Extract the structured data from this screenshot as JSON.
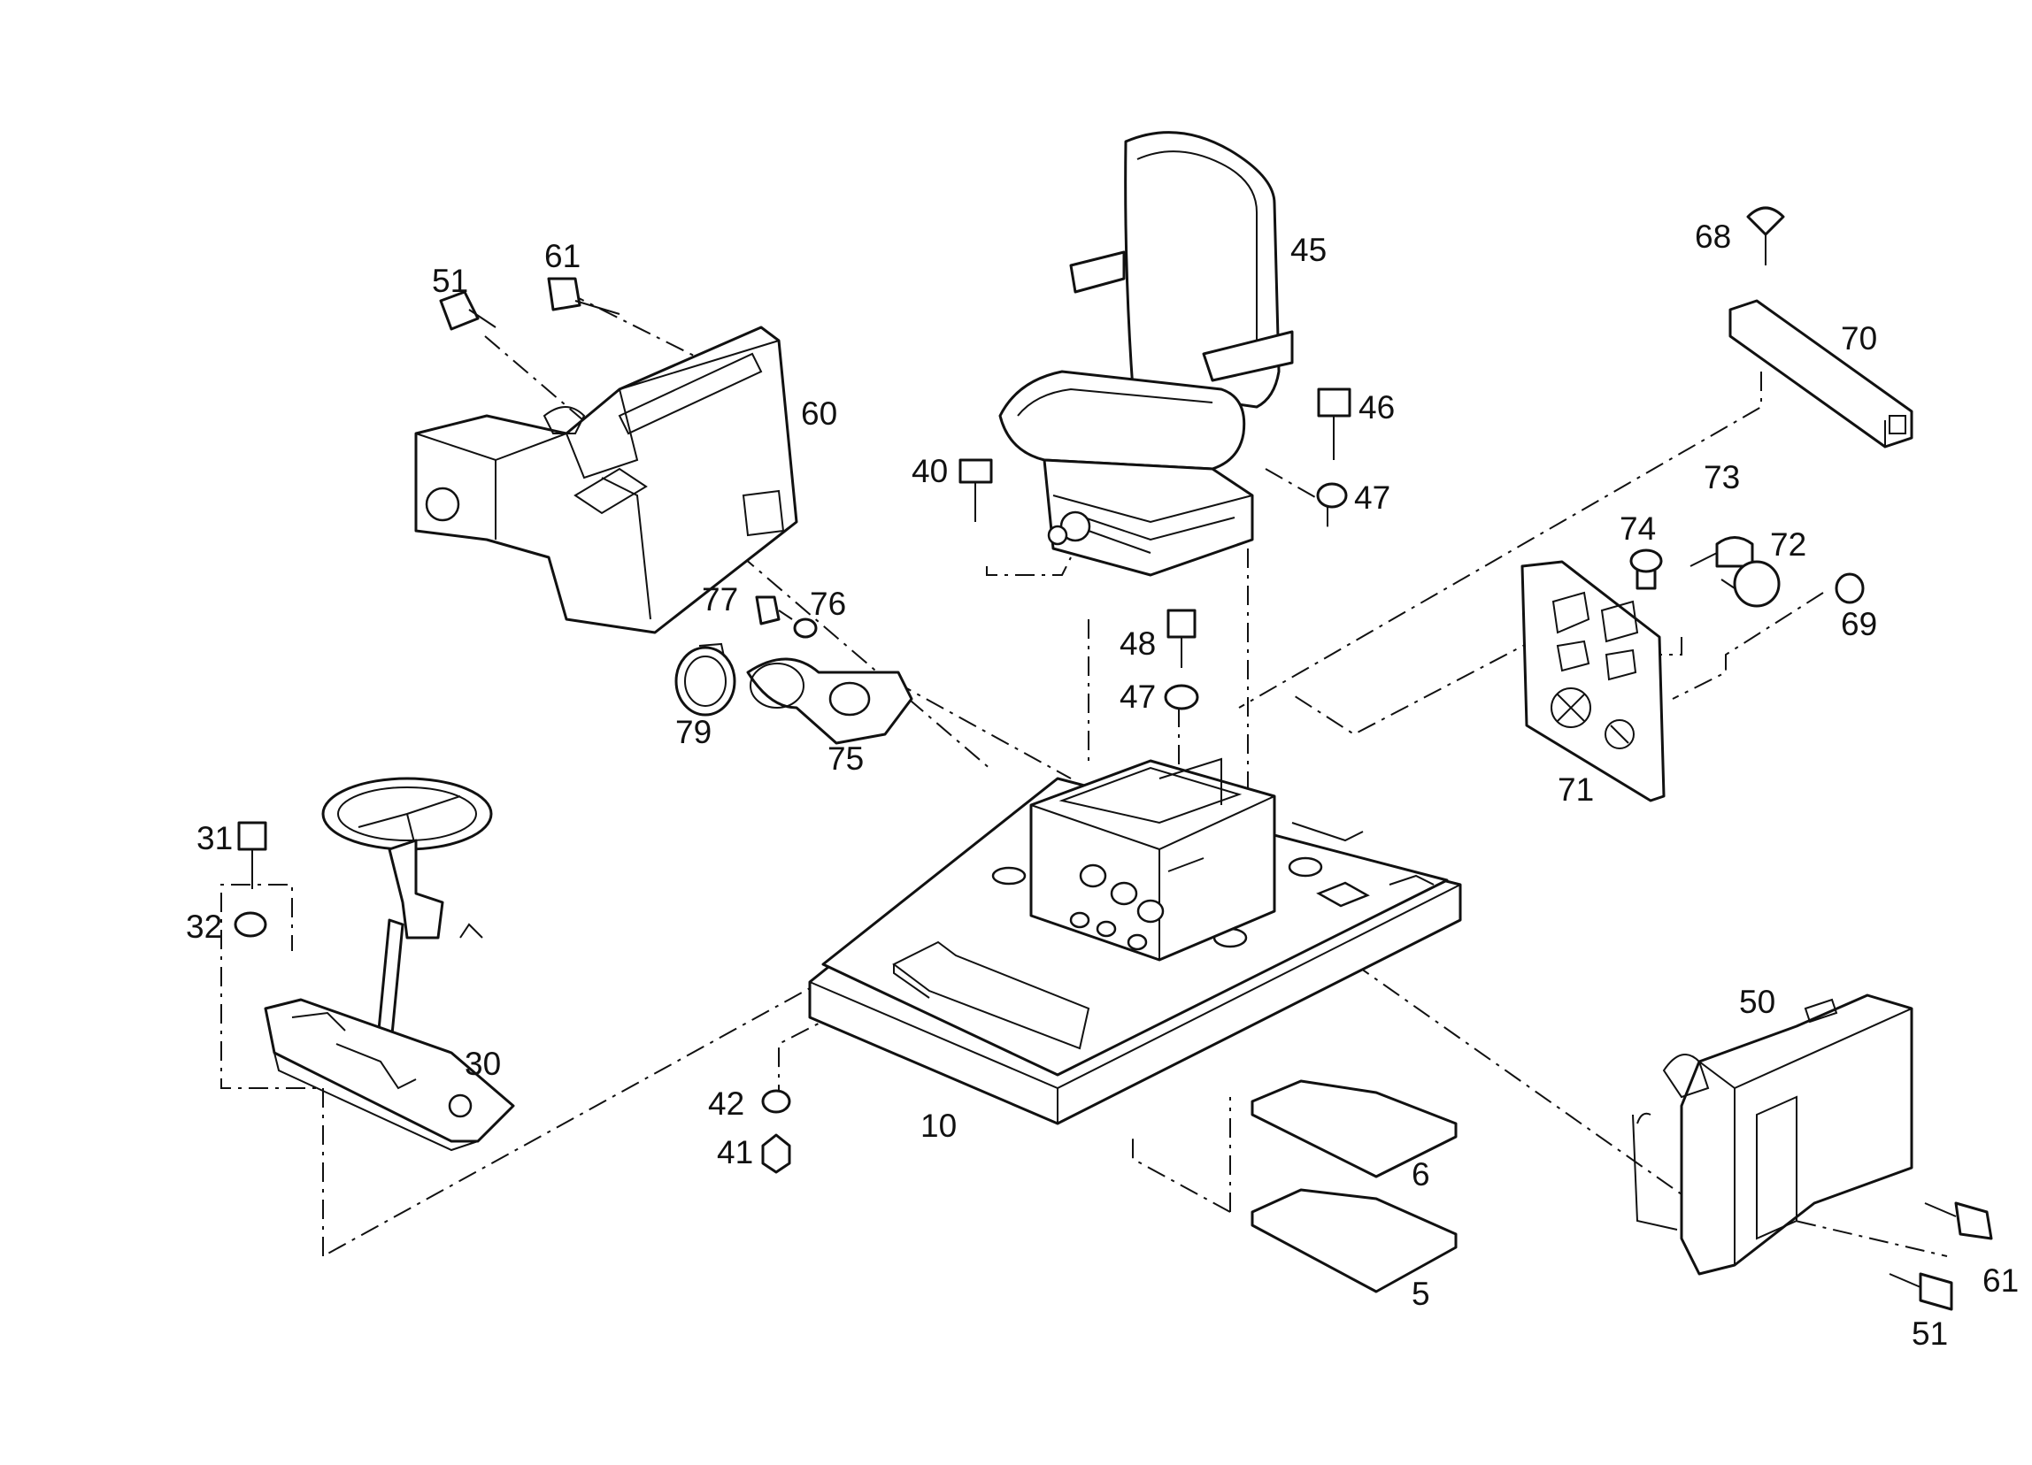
{
  "figure": {
    "colors": {
      "ink": "#111111",
      "paper": "#ffffff"
    }
  },
  "callouts": {
    "p5": "5",
    "p6": "6",
    "p10": "10",
    "p30": "30",
    "p31": "31",
    "p32": "32",
    "p40": "40",
    "p41": "41",
    "p42": "42",
    "p45": "45",
    "p46": "46",
    "p47a": "47",
    "p47b": "47",
    "p48": "48",
    "p50": "50",
    "p51a": "51",
    "p51b": "51",
    "p60": "60",
    "p61a": "61",
    "p61b": "61",
    "p68": "68",
    "p69": "69",
    "p70": "70",
    "p71": "71",
    "p72": "72",
    "p73": "73",
    "p74": "74",
    "p75": "75",
    "p76": "76",
    "p77": "77",
    "p79": "79"
  }
}
